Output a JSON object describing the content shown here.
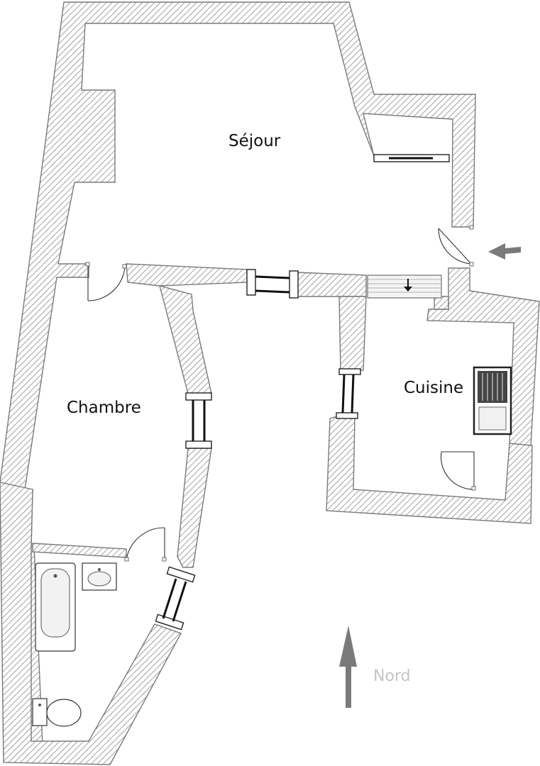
{
  "plan": {
    "rooms": {
      "sejour": "Séjour",
      "chambre": "Chambre",
      "cuisine": "Cuisine"
    },
    "orientation": "Nord",
    "colors": {
      "wall_stroke": "#7a7a7a",
      "hatch": "#8a8a8a",
      "arrow": "#7a7a7a",
      "label": "#111111",
      "orientation_label": "#c4c4c4"
    },
    "icons": [
      "north-arrow-icon",
      "entrance-arrow-icon",
      "door-icon",
      "window-icon",
      "bathtub-icon",
      "sink-icon",
      "toilet-icon",
      "stove-icon",
      "stairs-icon"
    ]
  }
}
